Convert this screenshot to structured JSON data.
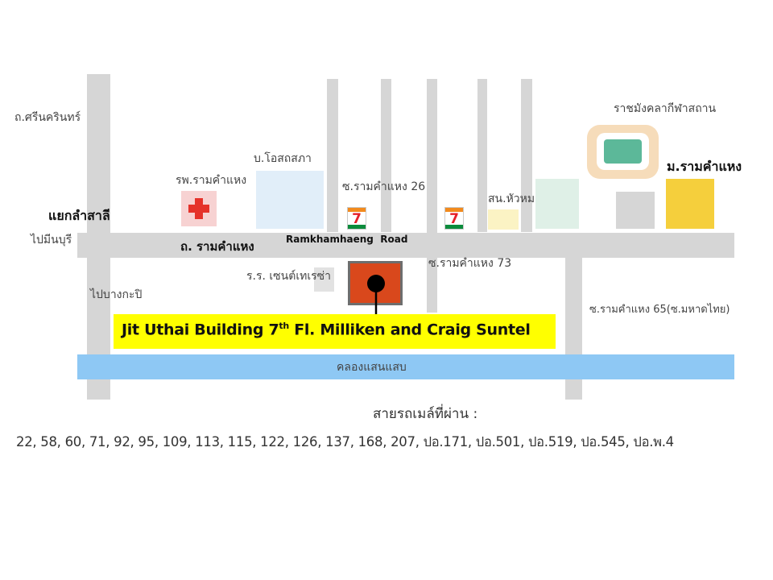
{
  "labels": {
    "srinakarin_road": "ถ.ศรีนครินทร์",
    "ramkhamhaeng_hospital": "รพ.รามคำแหง",
    "osotspa": "บ.โอสถสภา",
    "soi_26": "ซ.รามคำแหง 26",
    "rajamangala": "ราชมังคลากีฬาสถาน",
    "ramkhamhaeng_university": "ม.รามคำแหง",
    "lam_sali_junction": "แยกลำสาลี",
    "to_minburi": "ไปมีนบุรี",
    "ramkhamhaeng_road_thai": "ถ. รามคำแหง",
    "ramkhamhaeng_road_en": "Ramkhamhaeng  Road",
    "hua_mak_police": "สน.หัวหมาก",
    "st_theresa_school": "ร.ร. เซนต์เทเรซ่า",
    "soi_73": "ซ.รามคำแหง 73",
    "to_bang_kapi": "ไปบางกะปิ",
    "soi_65": "ซ.รามคำแหง 65(ซ.มหาดไทย)",
    "canal": "คลองแสนแสบ",
    "bus_lines_title": "สายรถเมล์ที่ผ่าน :",
    "bus_lines": "22, 58, 60, 71, 92, 95, 109, 113, 115, 122, 126, 137, 168, 207, ปอ.171, ปอ.501, ปอ.519, ปอ.545, ปอ.พ.4"
  },
  "callout": {
    "text_before": "Jit Uthai Building 7",
    "superscript": "th",
    "text_after": " Fl. Milliken and Craig Suntel"
  },
  "seven_eleven_label": "7",
  "colors": {
    "road": "#d6d6d6",
    "canal": "#8ec8f4",
    "callout_background": "#ffff00",
    "target_building": "#d9481c",
    "hospital_cross": "#e5322a",
    "university": "#f5cf3c"
  },
  "icons": [
    "hospital-cross-icon",
    "seven-eleven-icon",
    "stadium-icon",
    "location-marker-icon"
  ]
}
